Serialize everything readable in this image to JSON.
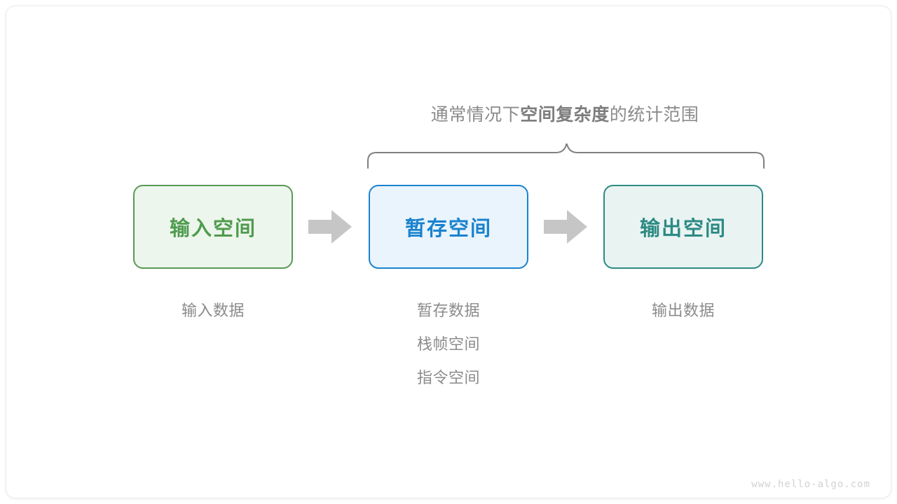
{
  "diagram": {
    "brace_title": {
      "prefix": "通常情况下",
      "emphasis": "空间复杂度",
      "suffix": "的统计范围"
    },
    "boxes": [
      {
        "label": "输入空间",
        "border_color": "#5a9a56",
        "fill_color": "#edf6ec",
        "text_color": "#4f9b4f"
      },
      {
        "label": "暂存空间",
        "border_color": "#1a82ce",
        "fill_color": "#e9f4fd",
        "text_color": "#1a82ce"
      },
      {
        "label": "输出空间",
        "border_color": "#2d8a84",
        "fill_color": "#e9f4f2",
        "text_color": "#2d8a84"
      }
    ],
    "arrows": [
      {
        "name": "arrow-input-to-buffer",
        "color": "#c6c6c6"
      },
      {
        "name": "arrow-buffer-to-output",
        "color": "#c6c6c6"
      }
    ],
    "captions": [
      {
        "lines": [
          "输入数据"
        ]
      },
      {
        "lines": [
          "暂存数据",
          "栈帧空间",
          "指令空间"
        ]
      },
      {
        "lines": [
          "输出数据"
        ]
      }
    ],
    "brace": {
      "color": "#808080",
      "stroke_width": 2
    },
    "watermark": "www.hello-algo.com"
  }
}
